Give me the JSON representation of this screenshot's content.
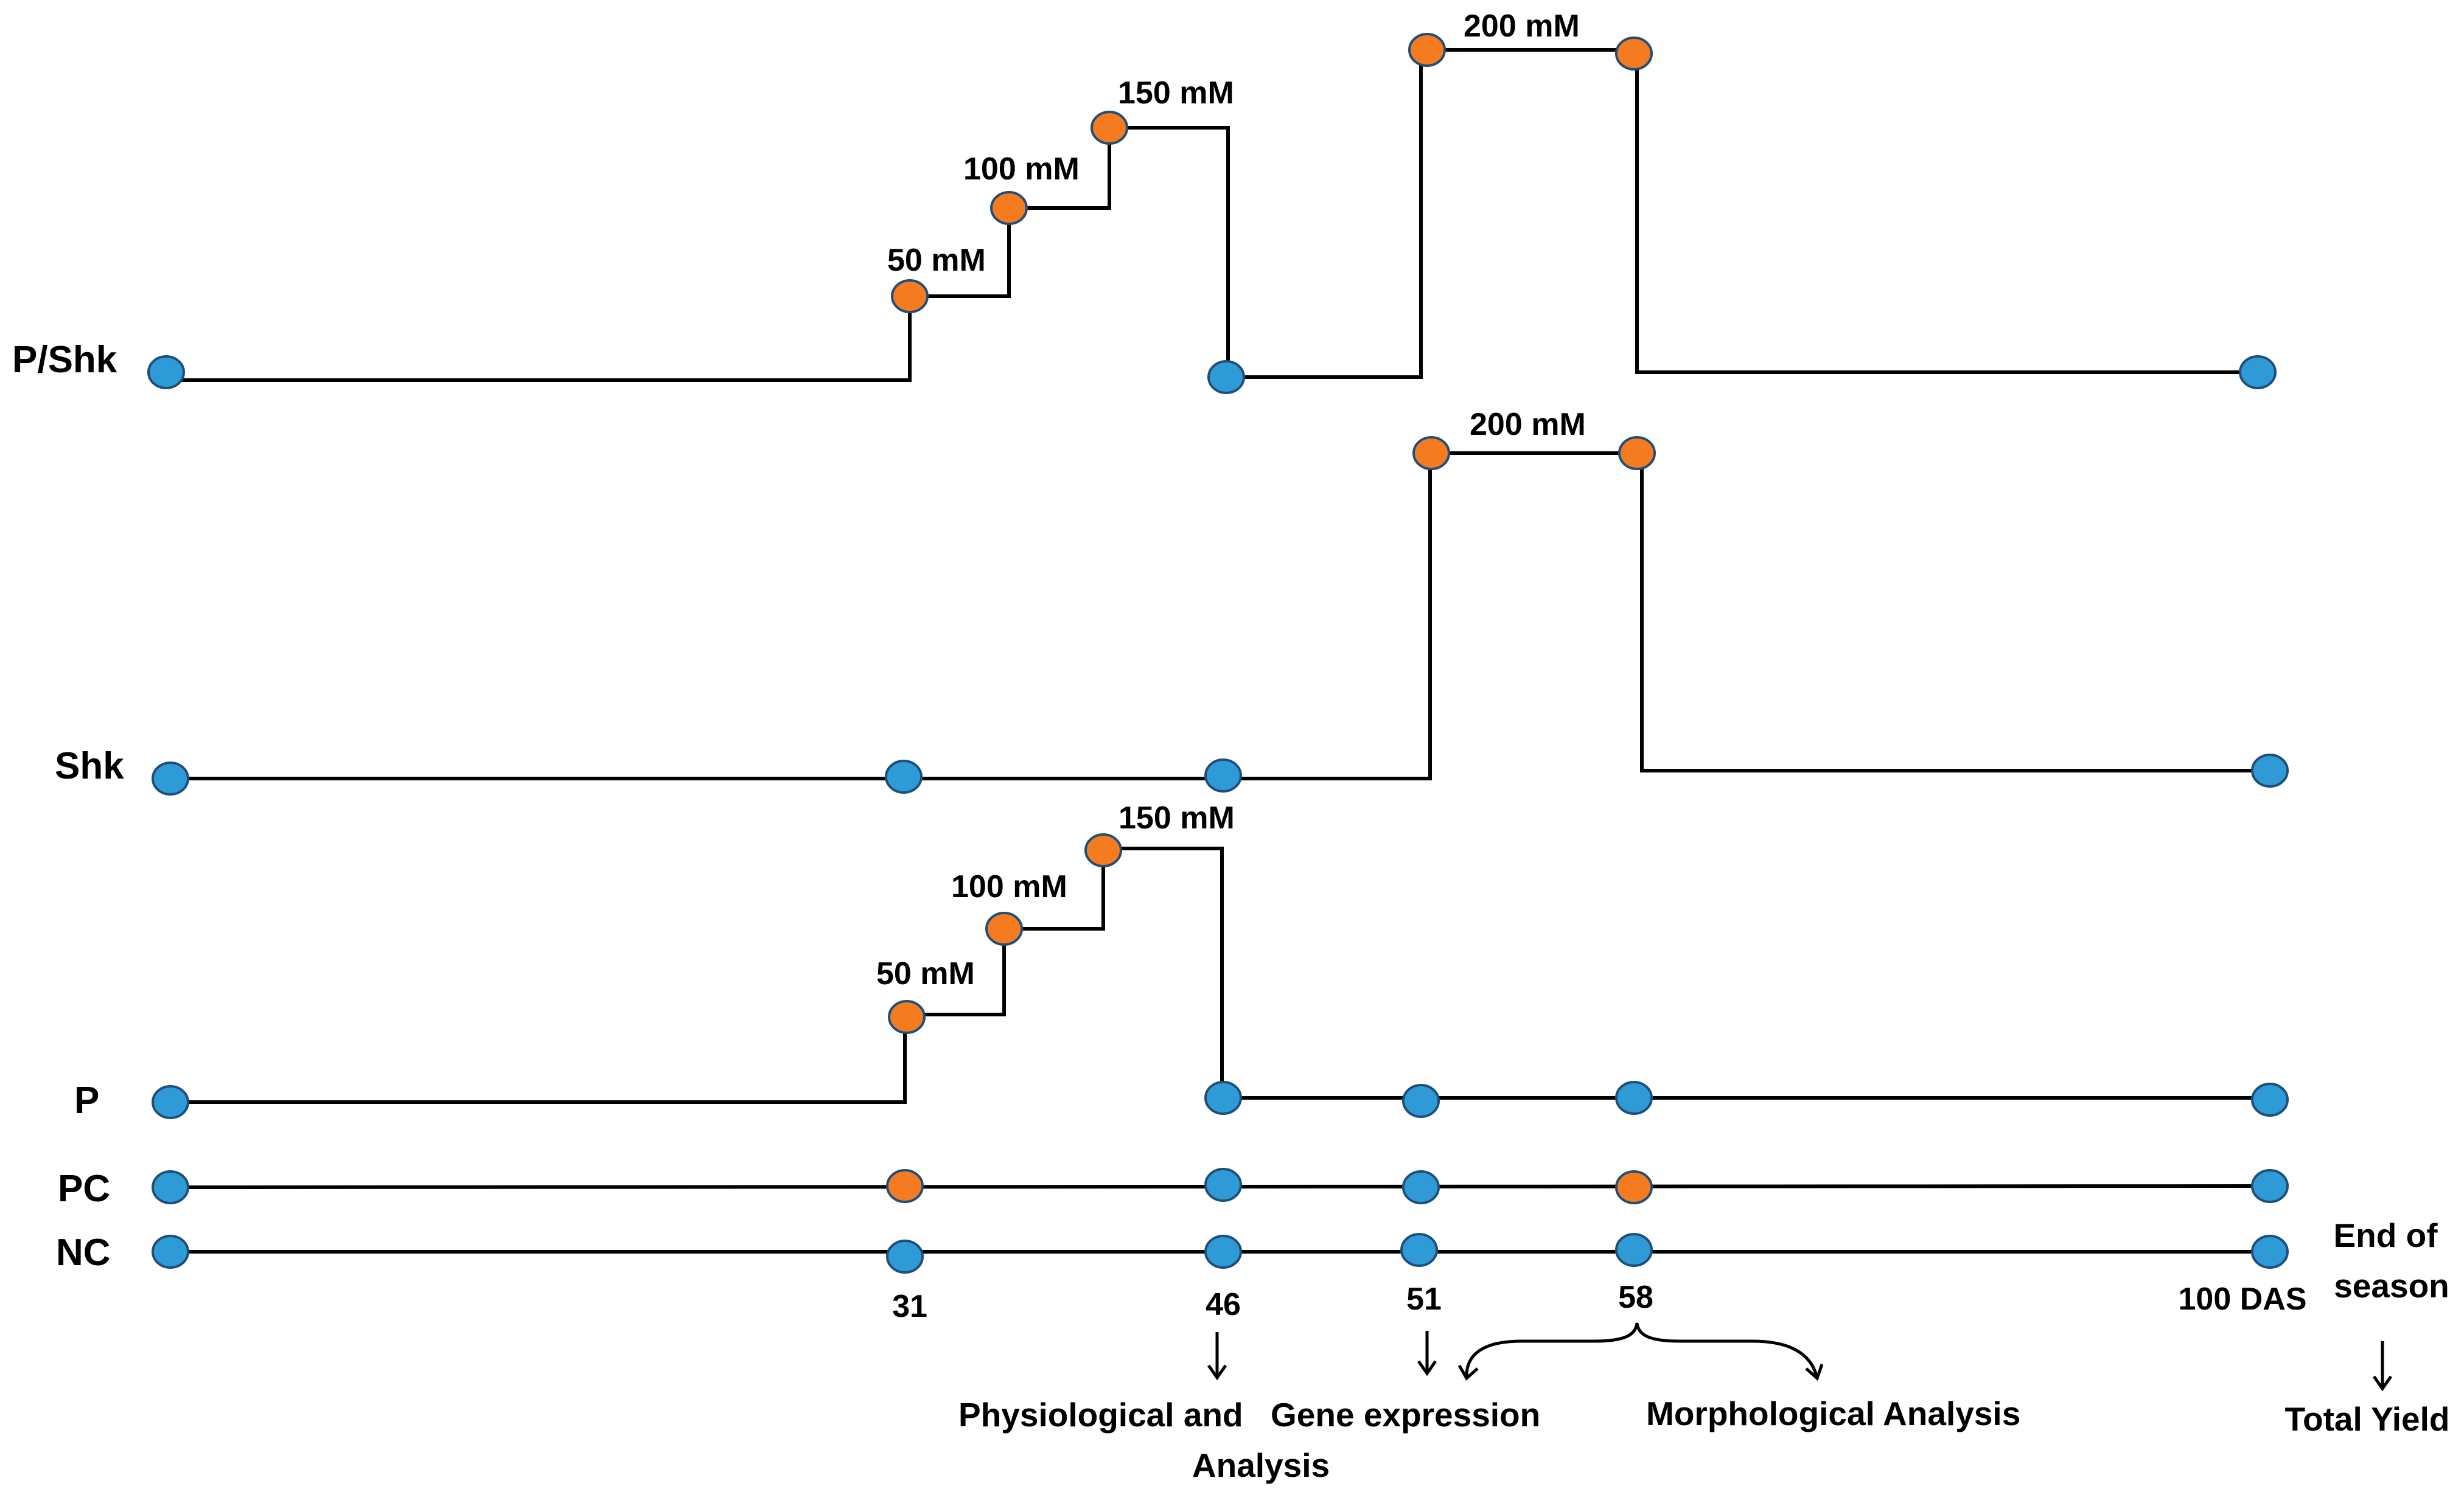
{
  "colors": {
    "normal": "#2e9bd6",
    "salt": "#f47b20",
    "line": "#000000"
  },
  "rows": {
    "pshk": {
      "label": "P/Shk"
    },
    "shk": {
      "label": "Shk"
    },
    "p": {
      "label": "P"
    },
    "pc": {
      "label": "PC"
    },
    "nc": {
      "label": "NC"
    }
  },
  "concentrations": {
    "c50": "50 mM",
    "c100": "100 mM",
    "c150": "150 mM",
    "c200": "200 mM"
  },
  "timeline": {
    "d31": "31",
    "d46": "46",
    "d51": "51",
    "d58": "58",
    "d100": "100 DAS",
    "end_line1": "End of",
    "end_line2": "season"
  },
  "analyses": {
    "physio_line1": "Physiological and",
    "physio_line2": "Analysis",
    "gene": "Gene expression",
    "morph": "Morphological Analysis",
    "yield": "Total Yield"
  }
}
